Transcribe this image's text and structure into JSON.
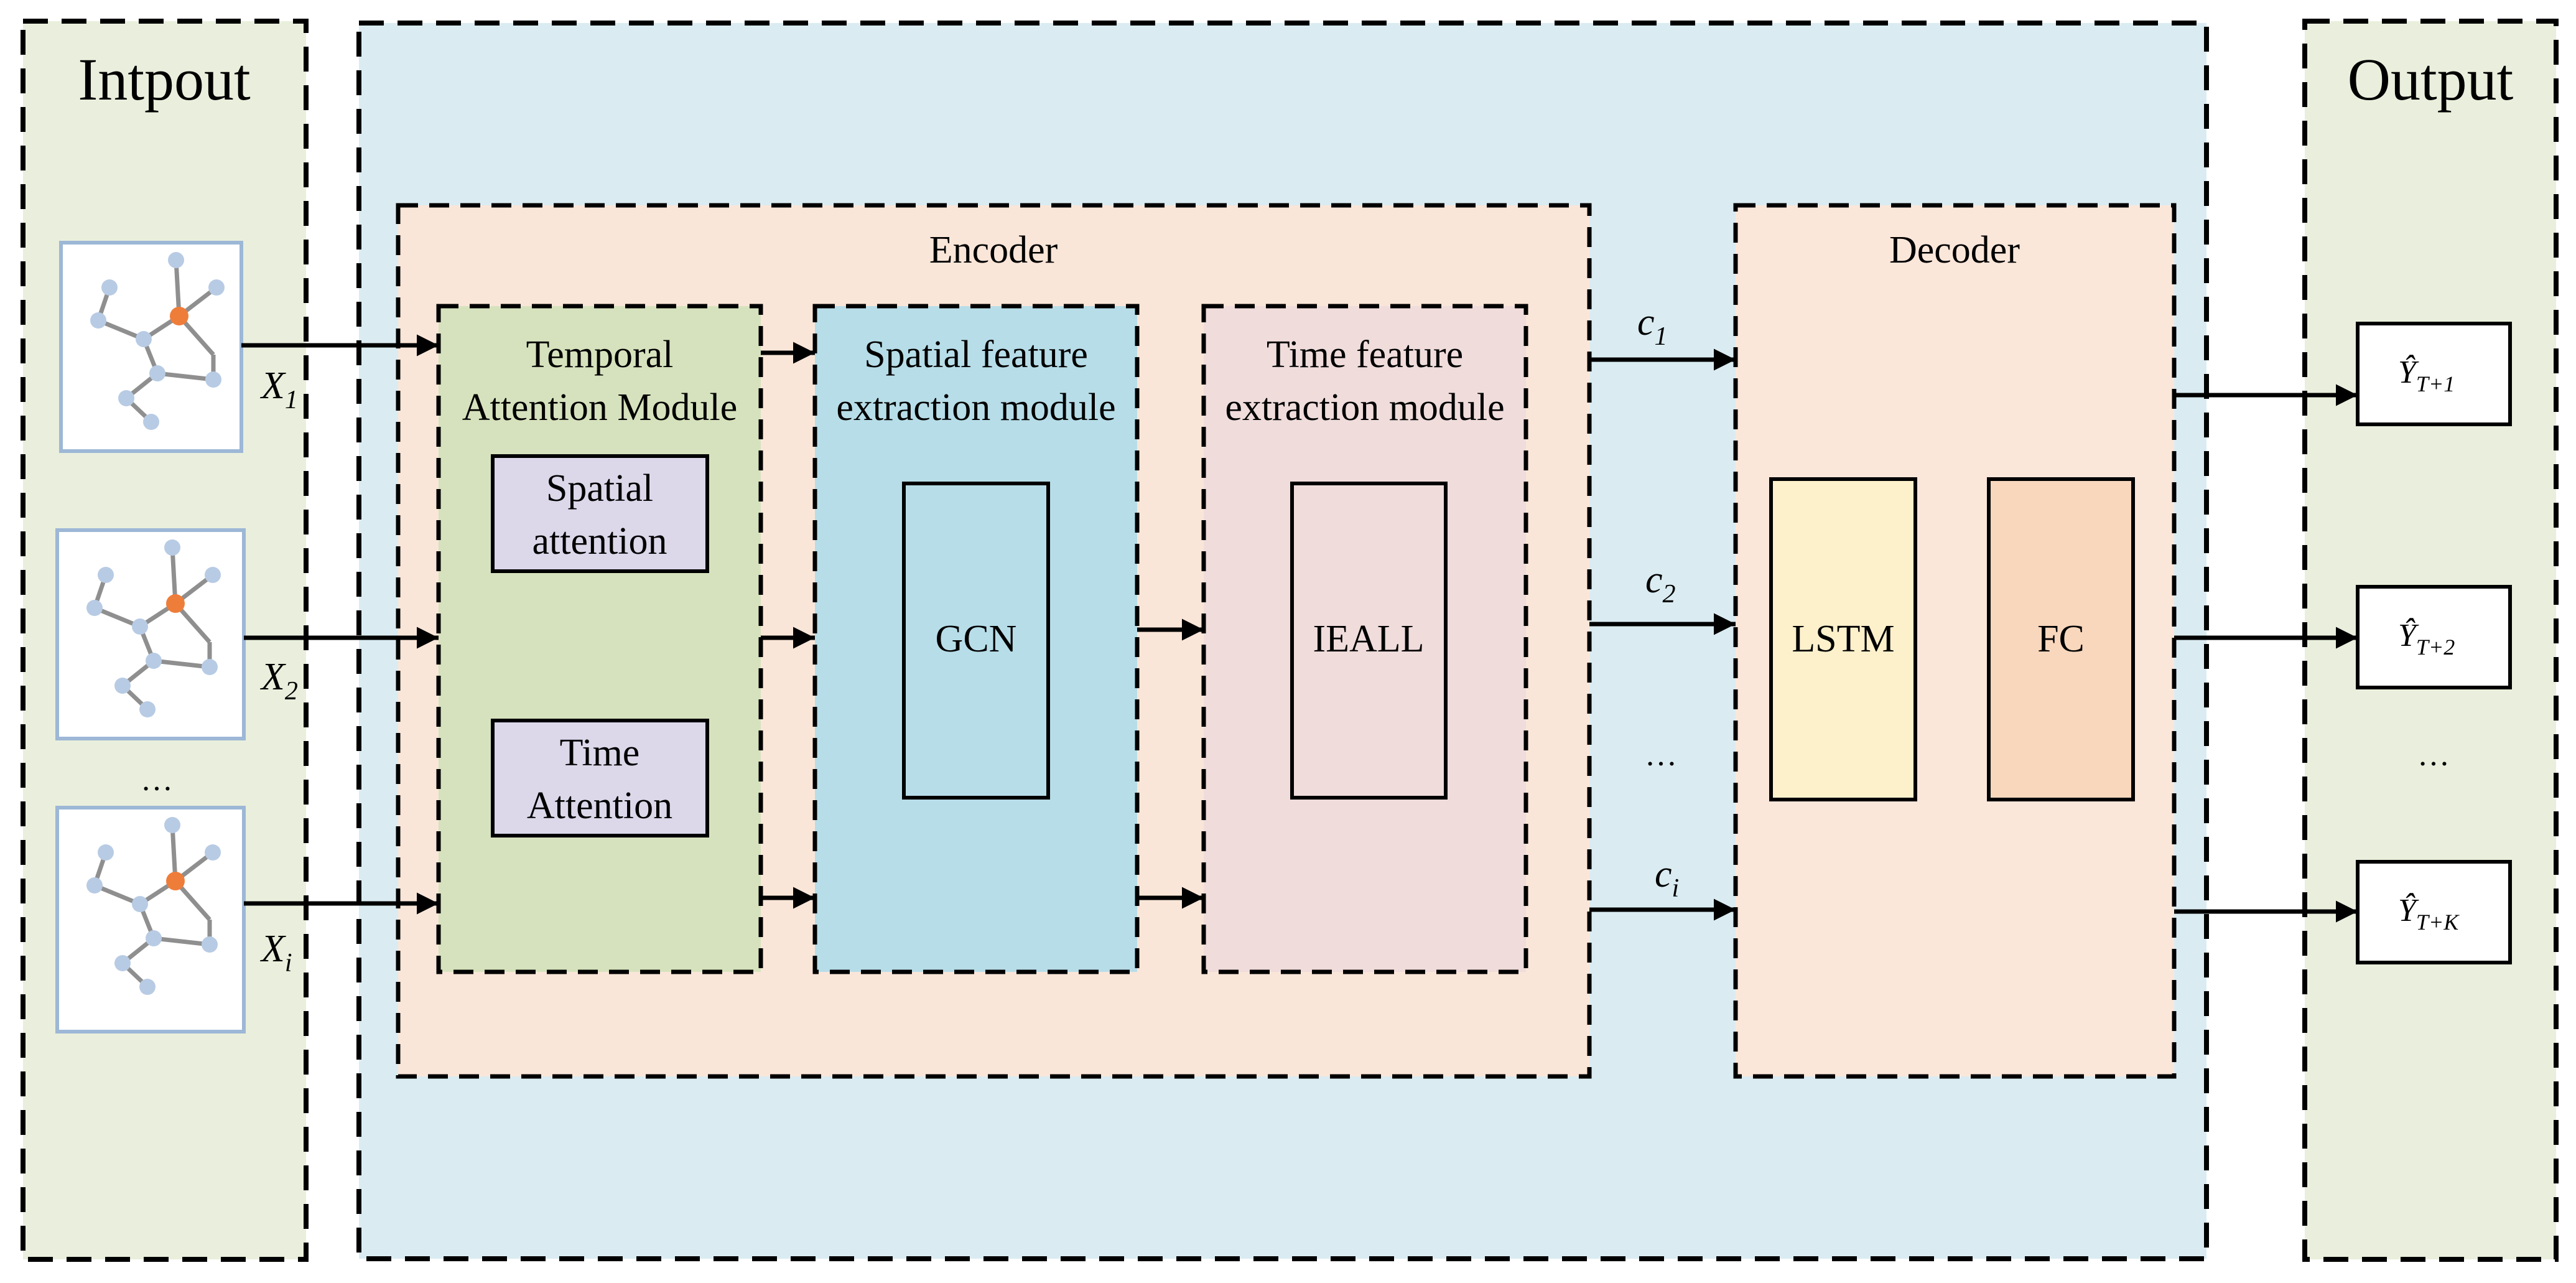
{
  "panels": {
    "input_title": "Intpout",
    "output_title": "Output"
  },
  "encoder": {
    "title": "Encoder",
    "temporal_module": {
      "line1": "Temporal",
      "line2": "Attention Module"
    },
    "spatial_attention": {
      "line1": "Spatial",
      "line2": "attention"
    },
    "time_attention": {
      "line1": "Time",
      "line2": "Attention"
    },
    "spatial_module": {
      "line1": "Spatial feature",
      "line2": "extraction module",
      "inner": "GCN"
    },
    "time_module": {
      "line1": "Time feature",
      "line2": "extraction module",
      "inner": "IEALL"
    }
  },
  "decoder": {
    "title": "Decoder",
    "lstm": "LSTM",
    "fc": "FC"
  },
  "inputs": [
    {
      "var": "X",
      "sub": "1"
    },
    {
      "var": "X",
      "sub": "2"
    },
    {
      "var": "X",
      "sub": "i"
    }
  ],
  "inputs_ellipsis": "…",
  "contexts": [
    {
      "var": "c",
      "sub": "1"
    },
    {
      "var": "c",
      "sub": "2"
    },
    {
      "var": "c",
      "sub": "i"
    }
  ],
  "contexts_ellipsis": "…",
  "outputs": [
    {
      "var": "Ŷ",
      "sub": "T+1"
    },
    {
      "var": "Ŷ",
      "sub": "T+2"
    },
    {
      "var": "Ŷ",
      "sub": "T+K"
    }
  ],
  "outputs_ellipsis": "…",
  "colors": {
    "side_panel": "#e9efdc",
    "main_panel": "#daecf2",
    "encoder_bg": "#fae6d8",
    "decoder_bg": "#fbe7da",
    "temporal_bg": "#d6e2bd",
    "spatial_bg": "#b7dde8",
    "time_bg": "#efdcdb",
    "attention_box": "#dcd8ea",
    "lstm_bg": "#fdf1cc",
    "fc_bg": "#f8d7bd",
    "graph_edge": "#8f8f8f",
    "graph_node": "#b8cbe4",
    "graph_center": "#ef7d3a"
  }
}
